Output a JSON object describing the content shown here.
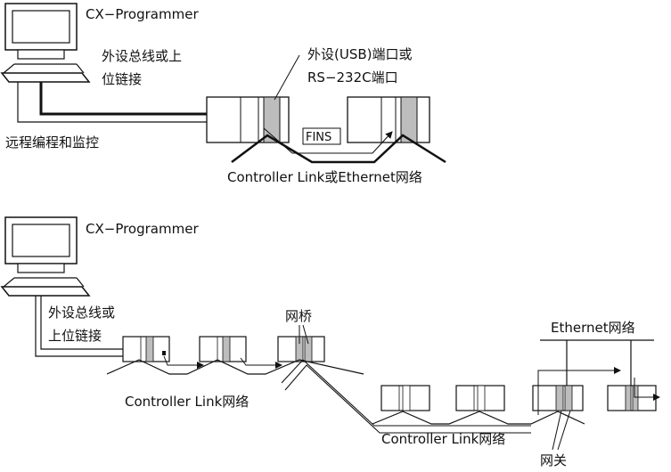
{
  "top": {
    "software_label": "CX−Programmer",
    "bus_label_line1": "外设总线或上",
    "bus_label_line2": "位链接",
    "port_label_line1": "外设(USB)端口或",
    "port_label_line2": "RS−232C端口",
    "fins_label": "FINS",
    "remote_label": "远程编程和监控",
    "network_label": "Controller Link或Ethernet网络"
  },
  "bottom": {
    "software_label": "CX−Programmer",
    "bus_label_line1": "外设总线或",
    "bus_label_line2": "上位链接",
    "bridge_label": "网桥",
    "ethernet_label": "Ethernet网络",
    "network1_label": "Controller Link网络",
    "network2_label": "Controller Link网络",
    "gateway_label": "网关"
  },
  "colors": {
    "line": "#111111",
    "module_fill": "#ffffff",
    "unit_gray": "#bdbdbd"
  }
}
